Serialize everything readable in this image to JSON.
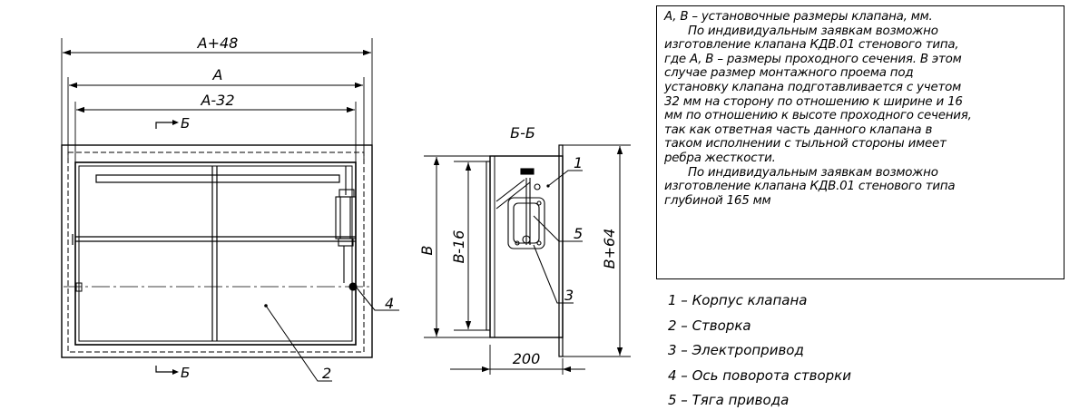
{
  "front_view": {
    "dim_overall": "A+48",
    "dim_nominal": "A",
    "dim_inner": "A-32",
    "section_mark_top": "Б",
    "section_mark_bottom": "Б",
    "callout_axis": "4",
    "callout_blade": "2"
  },
  "section_view": {
    "title": "Б-Б",
    "dim_height": "B",
    "dim_height_inner": "B-16",
    "dim_height_outer": "B+64",
    "dim_depth": "200",
    "callout_body": "1",
    "callout_rod": "5",
    "callout_drive": "3"
  },
  "notes": {
    "lines": [
      "A, B – установочные размеры клапана, мм.",
      "По индивидуальным заявкам возможно",
      "изготовление клапана КДВ.01 стенового типа,",
      "где A, B – размеры проходного сечения. В этом",
      "случае размер монтажного проема под",
      "установку клапана подготавливается с учетом",
      "32 мм на сторону по отношению к ширине и 16",
      "мм по отношению к высоте проходного сечения,",
      "так как ответная часть данного клапана в",
      "таком исполнении с тыльной стороны имеет",
      "ребра жесткости.",
      "По индивидуальным заявкам возможно",
      "изготовление клапана КДВ.01 стенового типа",
      "глубиной 165 мм"
    ]
  },
  "legend": {
    "items": [
      "1 – Корпус клапана",
      "2 – Створка",
      "3 – Электропривод",
      "4 – Ось поворота створки",
      "5 – Тяга привода"
    ]
  }
}
